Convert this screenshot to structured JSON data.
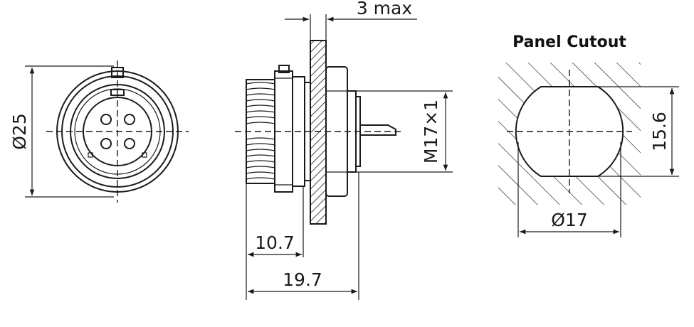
{
  "front_view": {
    "diameter_label": "Ø25"
  },
  "side_view": {
    "panel_thickness_label": "3 max",
    "thread_label": "M17×1",
    "front_length_label": "10.7",
    "overall_length_label": "19.7"
  },
  "cutout_view": {
    "title": "Panel Cutout",
    "flat_height_label": "15.6",
    "diameter_label": "Ø17"
  }
}
